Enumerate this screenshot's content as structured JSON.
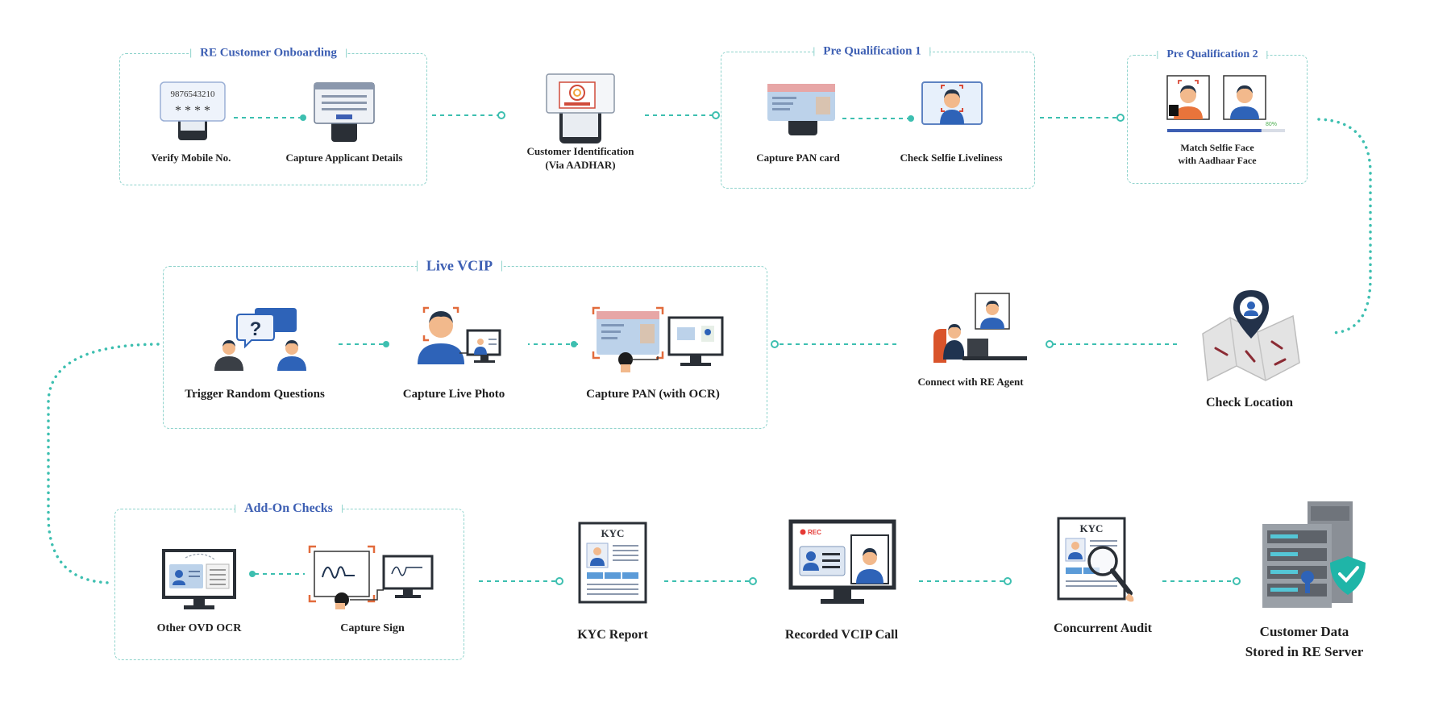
{
  "colors": {
    "connector": "#3dbfb0",
    "group_border": "#8fd3cc",
    "group_title": "#3d5fb3",
    "person_blue": "#2e63b8",
    "skin": "#f2b98c",
    "hair": "#233347",
    "device_dark": "#2a2f36",
    "rec_red": "#e53935",
    "shield_teal": "#1fb5a8"
  },
  "groups": {
    "onboarding": {
      "title": "RE Customer Onboarding"
    },
    "prequal1": {
      "title": "Pre Qualification 1"
    },
    "prequal2": {
      "title": "Pre Qualification 2"
    },
    "live_vcip": {
      "title": "Live VCIP"
    },
    "addon": {
      "title": "Add-On Checks"
    }
  },
  "steps": {
    "verify_mobile": {
      "label": "Verify Mobile No.",
      "phone_number": "9876543210",
      "pin": "* * * *",
      "icon": "mobile-otp-icon"
    },
    "capture_details": {
      "label": "Capture Applicant Details",
      "icon": "form-screen-icon"
    },
    "customer_identification": {
      "label_line1": "Customer Identification",
      "label_line2": "(Via AADHAR)",
      "icon": "aadhaar-phone-icon"
    },
    "capture_pan_card": {
      "label": "Capture PAN card",
      "icon": "pan-card-phone-icon"
    },
    "check_selfie": {
      "label": "Check Selfie Liveliness",
      "icon": "selfie-scan-icon"
    },
    "match_face": {
      "label_line1": "Match Selfie Face",
      "label_line2": "with Aadhaar Face",
      "match_percent": "80%",
      "match_progress": 0.8,
      "icon": "face-match-icon"
    },
    "check_location": {
      "label": "Check Location",
      "icon": "map-pin-icon"
    },
    "connect_agent": {
      "label": "Connect with RE Agent",
      "icon": "agent-desk-icon"
    },
    "capture_pan_ocr": {
      "label": "Capture PAN (with OCR)",
      "icon": "pan-ocr-icon"
    },
    "capture_live_photo": {
      "label": "Capture Live Photo",
      "icon": "live-photo-icon"
    },
    "random_questions": {
      "label": "Trigger Random Questions",
      "question_mark": "?",
      "icon": "question-chat-icon"
    },
    "other_ovd_ocr": {
      "label": "Other OVD OCR",
      "icon": "ovd-monitor-icon"
    },
    "capture_sign": {
      "label": "Capture Sign",
      "icon": "signature-icon"
    },
    "kyc_report": {
      "label": "KYC Report",
      "doc_title": "KYC",
      "icon": "kyc-document-icon"
    },
    "recorded_call": {
      "label": "Recorded VCIP Call",
      "rec_text": "REC",
      "icon": "recorded-call-icon"
    },
    "concurrent_audit": {
      "label": "Concurrent Audit",
      "doc_title": "KYC",
      "icon": "audit-magnifier-icon"
    },
    "data_stored": {
      "label_line1": "Customer Data",
      "label_line2": "Stored in RE Server",
      "icon": "server-shield-icon"
    }
  }
}
